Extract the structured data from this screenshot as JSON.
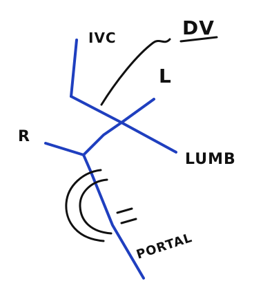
{
  "colors": {
    "vessel": "#1f3fbf",
    "ink": "#111111",
    "background": "#ffffff"
  },
  "labels": {
    "ivc": "IVC",
    "dv": "DV",
    "l": "L",
    "r": "R",
    "lumb": "LUMB",
    "portal": "PORTAL"
  }
}
